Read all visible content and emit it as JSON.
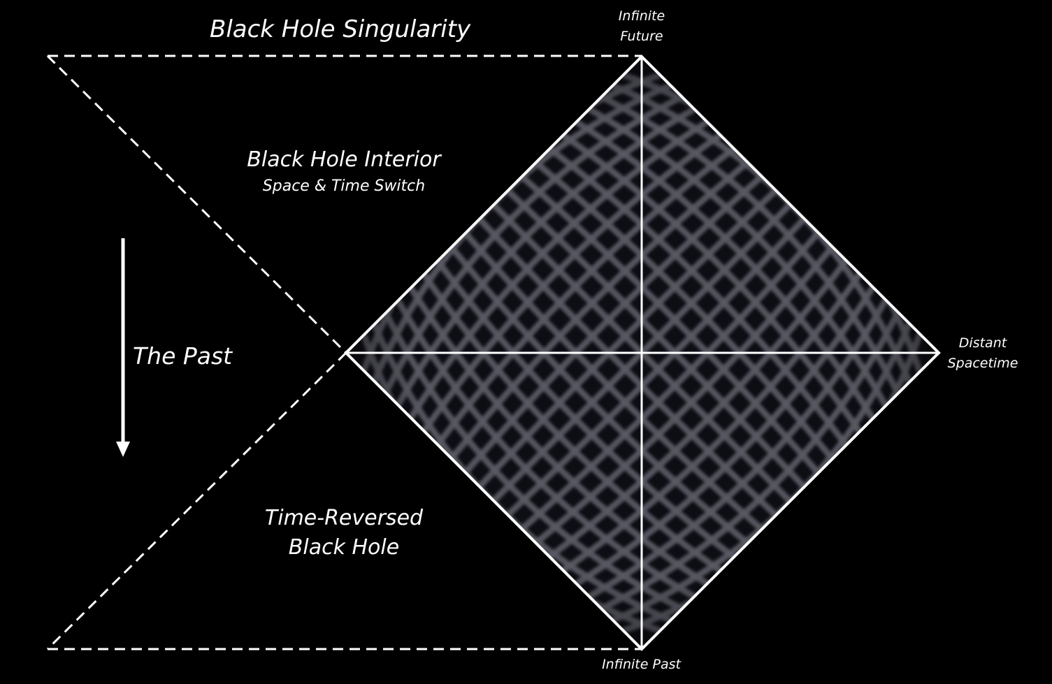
{
  "labels": {
    "singularity": "Black Hole Singularity",
    "interior_title": "Black Hole Interior",
    "interior_subtitle": "Space & Time Switch",
    "the_past": "The Past",
    "time_reversed_line1": "Time-Reversed",
    "time_reversed_line2": "Black Hole",
    "infinite_future_line1": "Infinite",
    "infinite_future_line2": "Future",
    "distant_spacetime_line1": "Distant",
    "distant_spacetime_line2": "Spacetime",
    "infinite_past": "Infinite Past"
  },
  "colors": {
    "background": "#000000",
    "lines": "#ffffff",
    "diamond_fill": "#0d0d14",
    "grid": "#5a5a62"
  }
}
